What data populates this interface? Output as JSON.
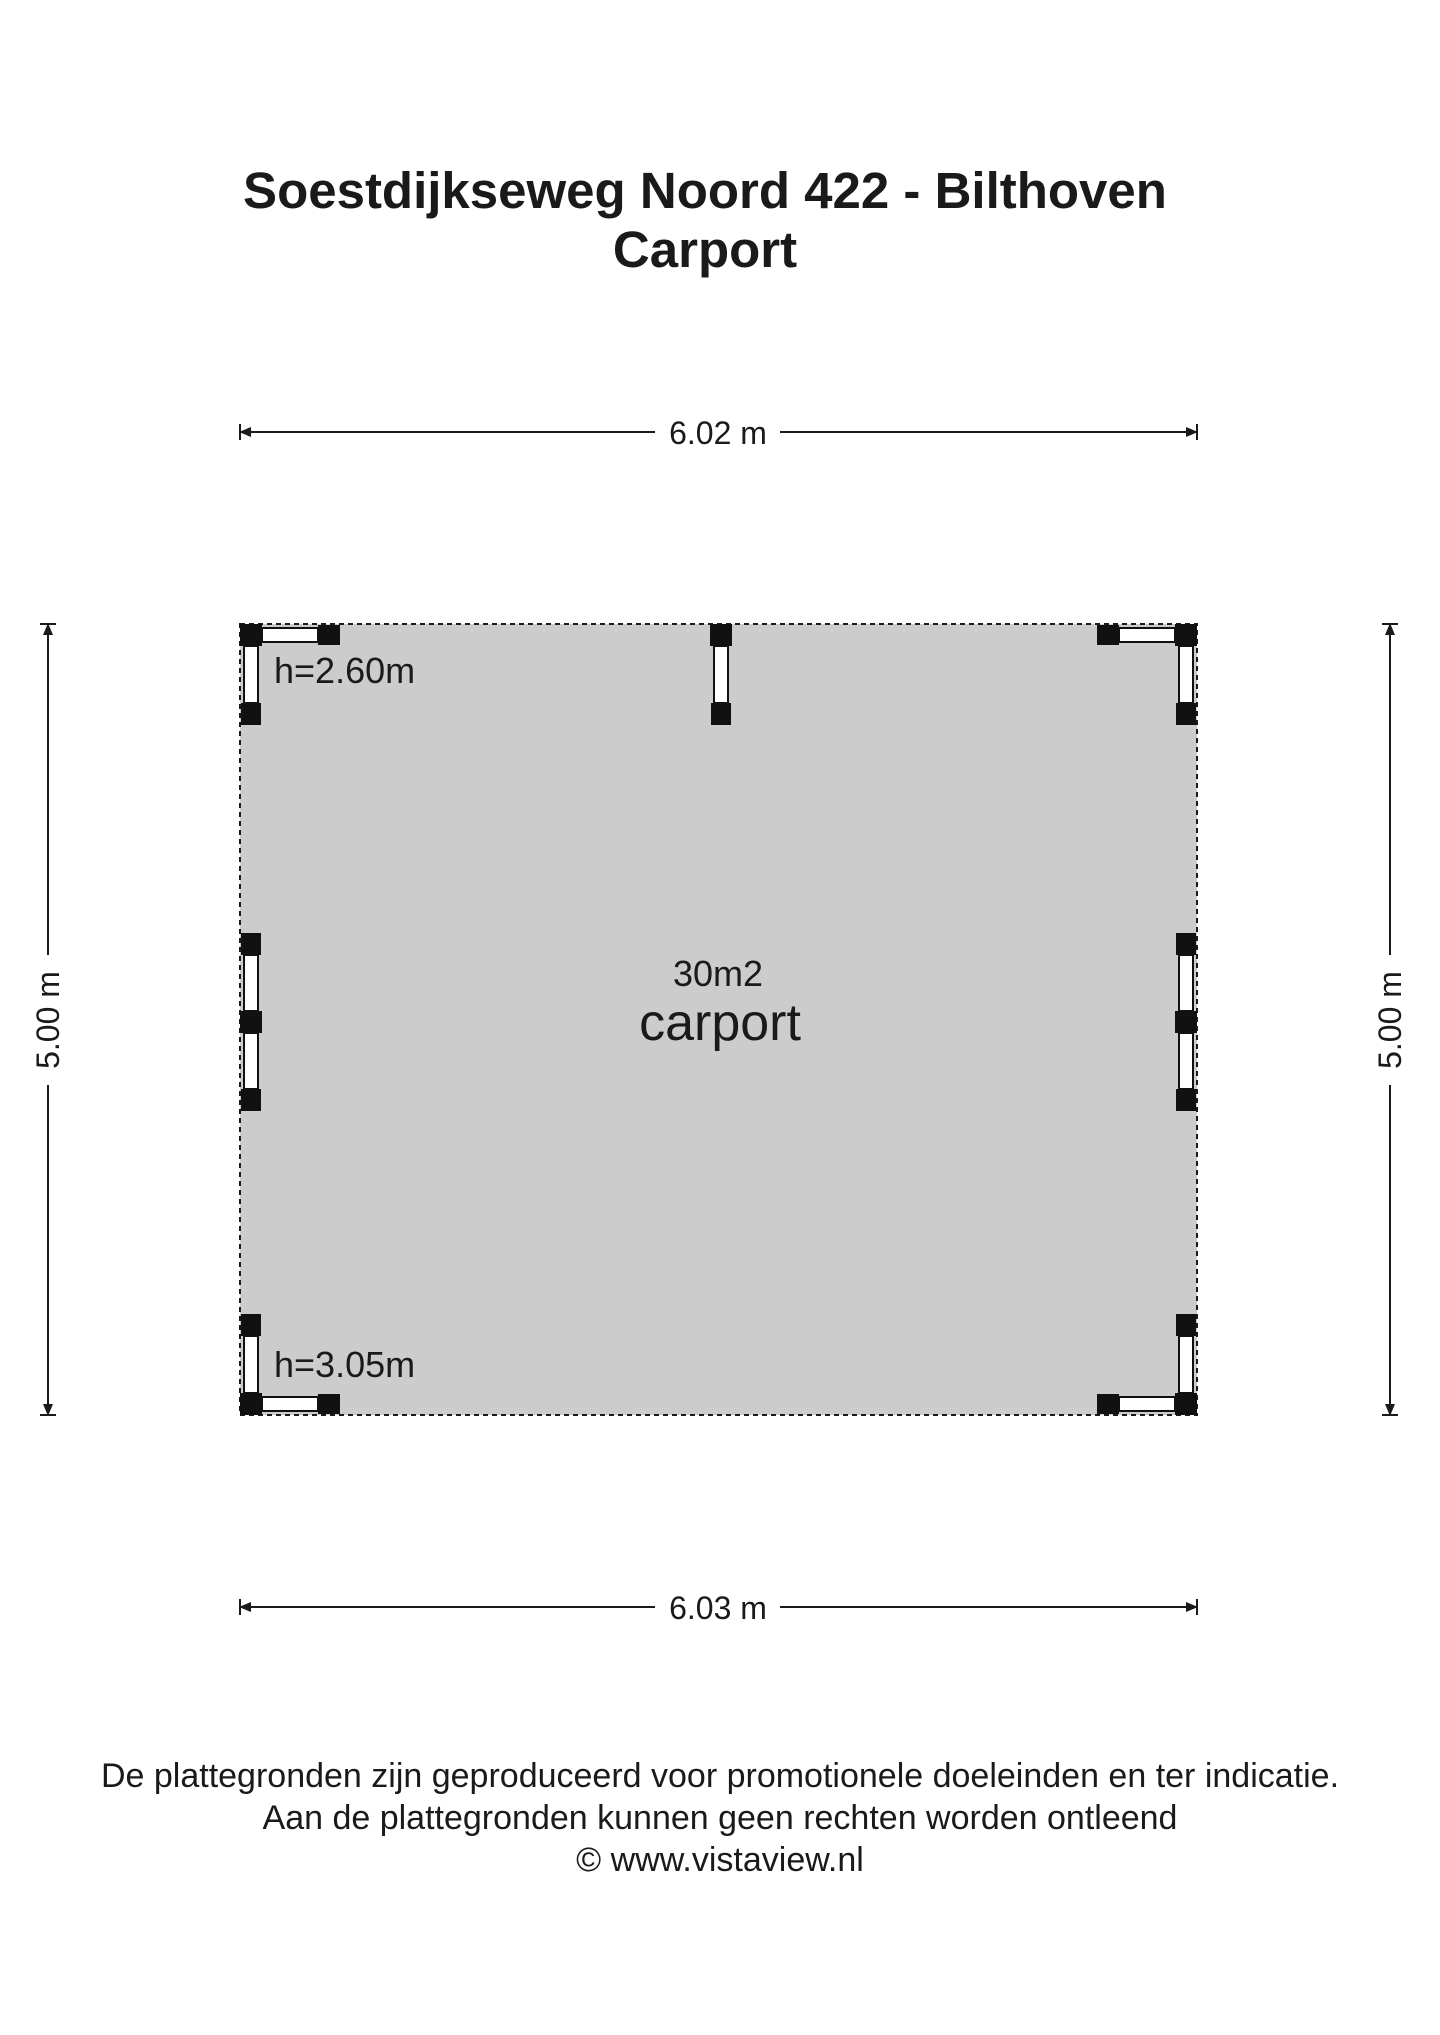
{
  "header": {
    "title": "Soestdijkseweg Noord 422 - Bilthoven",
    "subtitle": "Carport"
  },
  "dimensions": {
    "top": "6.02 m",
    "bottom": "6.03 m",
    "left": "5.00 m",
    "right": "5.00 m"
  },
  "room": {
    "area": "30m2",
    "name": "carport",
    "fill_color": "#cccccc"
  },
  "heights": {
    "top_left": "h=2.60m",
    "bottom_left": "h=3.05m"
  },
  "footer": {
    "line1": "De plattegronden zijn geproduceerd voor promotionele doeleinden en ter indicatie.",
    "line2": "Aan de plattegronden kunnen geen rechten worden ontleend",
    "line3": "© www.vistaview.nl"
  }
}
